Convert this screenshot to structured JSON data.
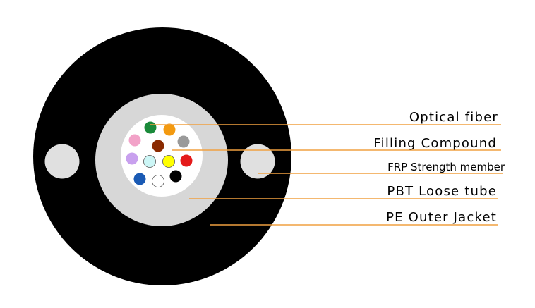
{
  "colors": {
    "outer_jacket": "#000000",
    "loose_tube": "#d7d7d7",
    "filling_compound": "#ffffff",
    "strength_member": "#e0e0e0",
    "leader_line": "#f0a040",
    "fiber_outline": "#555555"
  },
  "fiber_colors": [
    {
      "name": "green",
      "hex": "#1a8a3a"
    },
    {
      "name": "orange",
      "hex": "#f39a10"
    },
    {
      "name": "pink",
      "hex": "#f2a2c8"
    },
    {
      "name": "brown",
      "hex": "#8a2a00"
    },
    {
      "name": "gray",
      "hex": "#9a9a9a"
    },
    {
      "name": "violet",
      "hex": "#c8a0ee"
    },
    {
      "name": "aqua",
      "hex": "#ccf6f6"
    },
    {
      "name": "yellow",
      "hex": "#ffff00"
    },
    {
      "name": "red",
      "hex": "#e41a1a"
    },
    {
      "name": "blue",
      "hex": "#1a5ab4"
    },
    {
      "name": "white",
      "hex": "#ffffff"
    },
    {
      "name": "black",
      "hex": "#000000"
    }
  ],
  "labels": {
    "optical_fiber": "Optical fiber",
    "filling_compound": "Filling Compound",
    "frp_strength_member": "FRP Strength member",
    "pbt_loose_tube": "PBT Loose tube",
    "pe_outer_jacket": "PE Outer Jacket"
  }
}
